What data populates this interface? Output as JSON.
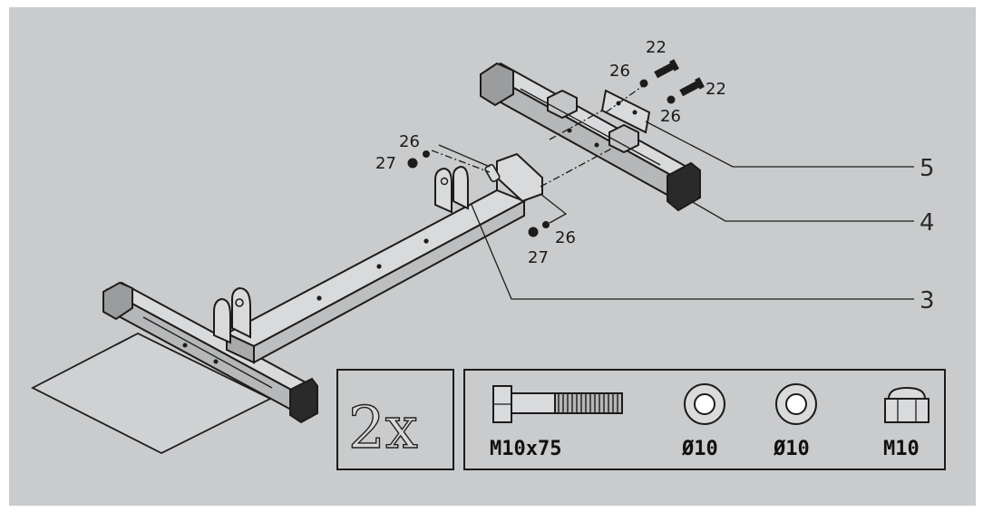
{
  "colors": {
    "background": "#c9cbcd",
    "frame": "#ffffff",
    "ink": "#1c1c1c",
    "part_fill": "#d3d5d7",
    "part_shade": "#aeb0b2"
  },
  "hardware_callouts": {
    "top_bolt_1": "22",
    "top_bolt_2": "22",
    "top_washer_1": "26",
    "top_washer_2": "26",
    "left_washer": "26",
    "left_nut": "27",
    "lower_washer": "26",
    "lower_nut": "27"
  },
  "part_callouts": {
    "rear_crossbar": "5",
    "rear_foot": "4",
    "main_beam": "3"
  },
  "kit": {
    "quantity": "2x",
    "items": [
      {
        "icon": "bolt-icon",
        "label": "M10x75"
      },
      {
        "icon": "washer-icon",
        "label": "Ø10"
      },
      {
        "icon": "washer-icon",
        "label": "Ø10"
      },
      {
        "icon": "nut-icon",
        "label": "M10"
      }
    ]
  }
}
